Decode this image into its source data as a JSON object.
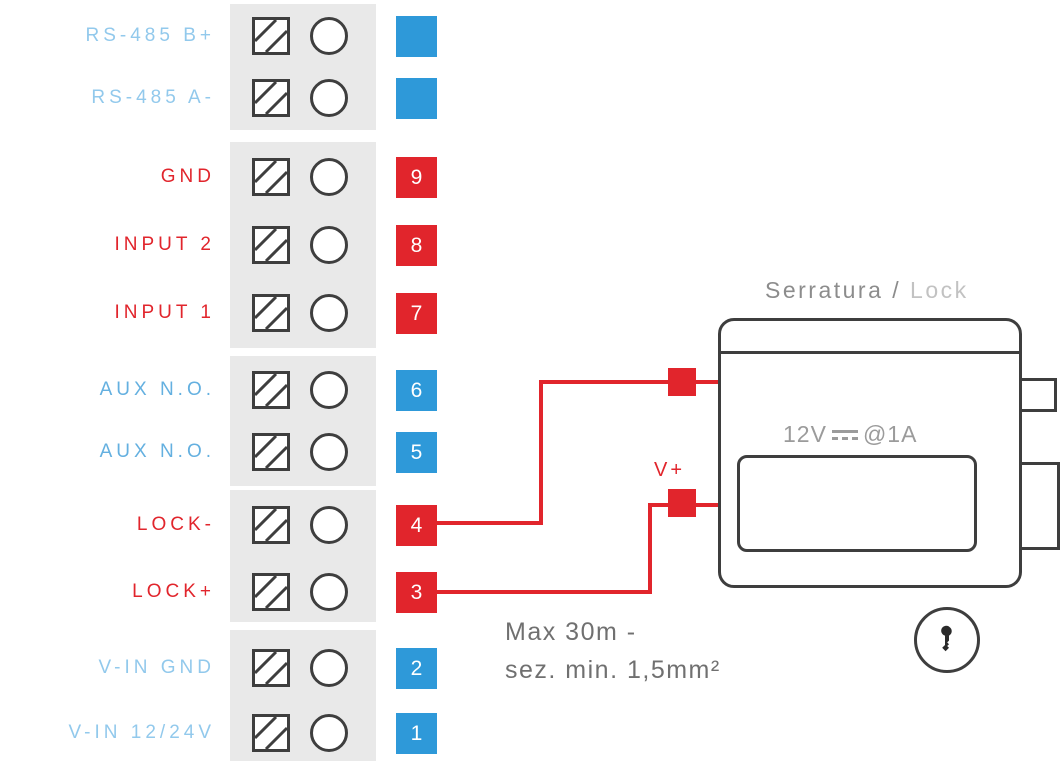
{
  "colors": {
    "red": "#e1252c",
    "blue": "#2e99d9",
    "light_blue_label": "#92c9ec",
    "mid_blue_label": "#64b0e0",
    "block_gray": "#e9e9e9",
    "outline_dark": "#3e3e3e",
    "note_gray": "#707070",
    "title_gray": "#8c8c8c",
    "title_light_gray": "#c2c2c2",
    "rating_gray": "#9b9b9b"
  },
  "terminals": {
    "rows": [
      {
        "label": "RS-485 B+",
        "label_color": "light_blue",
        "tag": "",
        "tag_color": "blue"
      },
      {
        "label": "RS-485 A-",
        "label_color": "light_blue",
        "tag": "",
        "tag_color": "blue"
      },
      {
        "label": "GND",
        "label_color": "red",
        "tag": "9",
        "tag_color": "red"
      },
      {
        "label": "INPUT 2",
        "label_color": "red",
        "tag": "8",
        "tag_color": "red"
      },
      {
        "label": "INPUT 1",
        "label_color": "red",
        "tag": "7",
        "tag_color": "red"
      },
      {
        "label": "AUX N.O.",
        "label_color": "mid_blue",
        "tag": "6",
        "tag_color": "blue"
      },
      {
        "label": "AUX N.O.",
        "label_color": "mid_blue",
        "tag": "5",
        "tag_color": "blue"
      },
      {
        "label": "LOCK-",
        "label_color": "red",
        "tag": "4",
        "tag_color": "red"
      },
      {
        "label": "LOCK+",
        "label_color": "red",
        "tag": "3",
        "tag_color": "red"
      },
      {
        "label": "V-IN GND",
        "label_color": "light_blue",
        "tag": "2",
        "tag_color": "blue"
      },
      {
        "label": "V-IN 12/24V",
        "label_color": "light_blue",
        "tag": "1",
        "tag_color": "blue"
      }
    ]
  },
  "lock": {
    "title_primary": "Serratura /",
    "title_secondary": "Lock",
    "rating_prefix": "12V",
    "rating_symbol": "dc-symbol",
    "rating_suffix": "@1A"
  },
  "wiring": {
    "vplus_label": "V+",
    "note_line1": "Max 30m -",
    "note_line2": "sez. min. 1,5mm²"
  }
}
